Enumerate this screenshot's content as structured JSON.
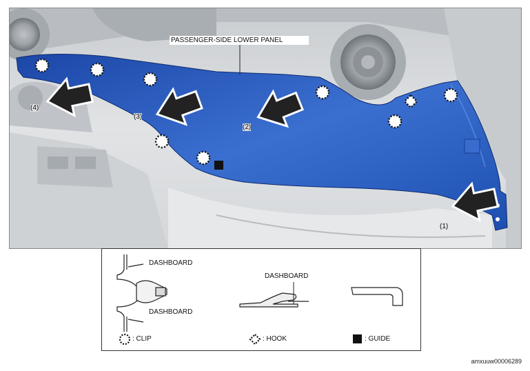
{
  "diagram": {
    "title_label": "PASSENGER-SIDE LOWER PANEL",
    "steps": [
      "(1)",
      "(2)",
      "(3)",
      "(4)"
    ],
    "panel_color": "#2f63c4",
    "legend": {
      "dashboard_top": "DASHBOARD",
      "dashboard_bottom": "DASHBOARD",
      "dashboard_hook": "DASHBOARD",
      "clip": ": CLIP",
      "hook": ": HOOK",
      "guide": ": GUIDE"
    },
    "figure_code": "amxuuw00006289"
  }
}
